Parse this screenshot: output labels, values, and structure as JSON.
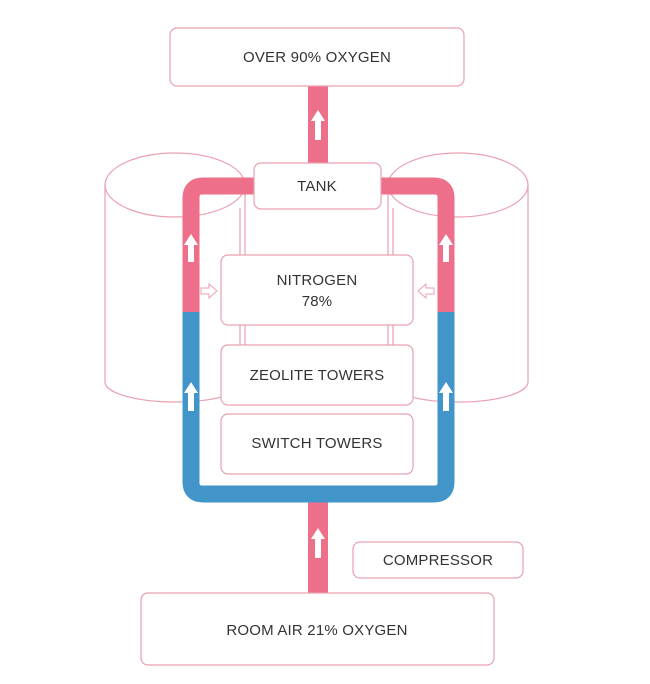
{
  "labels": {
    "output": "OVER 90% OXYGEN",
    "tank": "TANK",
    "nitrogen_line1": "NITROGEN",
    "nitrogen_line2": "78%",
    "zeolite": "ZEOLITE TOWERS",
    "switch": "SWITCH TOWERS",
    "compressor": "COMPRESSOR",
    "input": "ROOM AIR 21% OXYGEN"
  },
  "colors": {
    "oxygen_pink": "#ee6f8a",
    "air_blue": "#4295c9",
    "outline": "#e9a0b0",
    "text": "#333333",
    "arrow": "#ffffff"
  },
  "icons": {
    "flow_arrow": "up-arrow-icon",
    "nitrogen_out": "hollow-arrow-icon"
  }
}
